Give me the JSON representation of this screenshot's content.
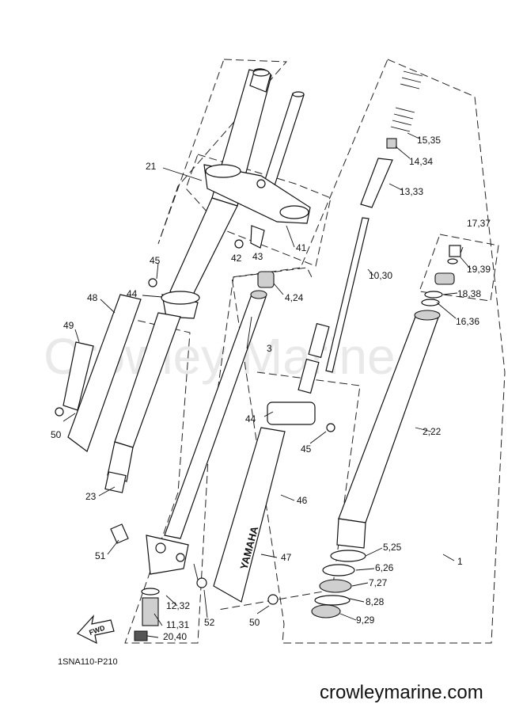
{
  "watermark": "Crowley Marine",
  "diagram_code": "1SNA110-P210",
  "website": "crowleymarine.com",
  "fwd_label": "FWD",
  "brand_on_guard": "YAMAHA",
  "callouts": [
    {
      "id": "c1",
      "text": "1"
    },
    {
      "id": "c3",
      "text": "3"
    },
    {
      "id": "c21",
      "text": "21"
    },
    {
      "id": "c23",
      "text": "23"
    },
    {
      "id": "c41",
      "text": "41"
    },
    {
      "id": "c42",
      "text": "42"
    },
    {
      "id": "c43",
      "text": "43"
    },
    {
      "id": "c44a",
      "text": "44"
    },
    {
      "id": "c44b",
      "text": "44"
    },
    {
      "id": "c45a",
      "text": "45"
    },
    {
      "id": "c45b",
      "text": "45"
    },
    {
      "id": "c46",
      "text": "46"
    },
    {
      "id": "c47",
      "text": "47"
    },
    {
      "id": "c48",
      "text": "48"
    },
    {
      "id": "c49",
      "text": "49"
    },
    {
      "id": "c50a",
      "text": "50"
    },
    {
      "id": "c50b",
      "text": "50"
    },
    {
      "id": "c51",
      "text": "51"
    },
    {
      "id": "c52",
      "text": "52"
    },
    {
      "id": "c2_22",
      "text": "2,22"
    },
    {
      "id": "c4_24",
      "text": "4,24"
    },
    {
      "id": "c5_25",
      "text": "5,25"
    },
    {
      "id": "c6_26",
      "text": "6,26"
    },
    {
      "id": "c7_27",
      "text": "7,27"
    },
    {
      "id": "c8_28",
      "text": "8,28"
    },
    {
      "id": "c9_29",
      "text": "9,29"
    },
    {
      "id": "c10_30",
      "text": "10,30"
    },
    {
      "id": "c11_31",
      "text": "11,31"
    },
    {
      "id": "c12_32",
      "text": "12,32"
    },
    {
      "id": "c13_33",
      "text": "13,33"
    },
    {
      "id": "c14_34",
      "text": "14,34"
    },
    {
      "id": "c15_35",
      "text": "15,35"
    },
    {
      "id": "c16_36",
      "text": "16,36"
    },
    {
      "id": "c17_37",
      "text": "17,37"
    },
    {
      "id": "c18_38",
      "text": "18,38"
    },
    {
      "id": "c19_39",
      "text": "19,39"
    },
    {
      "id": "c20_40",
      "text": "20,40"
    }
  ]
}
